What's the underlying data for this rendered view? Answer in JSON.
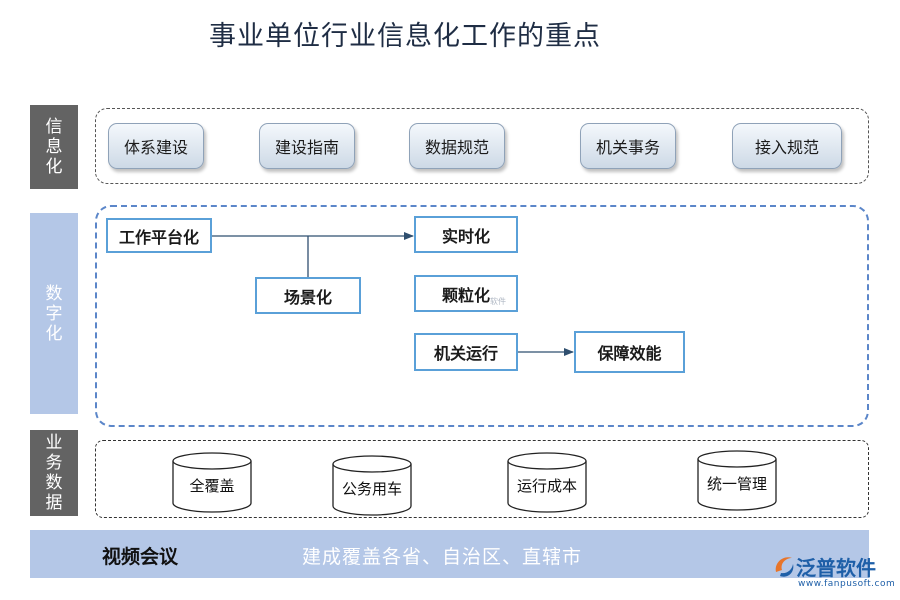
{
  "title": "事业单位行业信息化工作的重点",
  "layers": {
    "informatization": {
      "label": "信息化",
      "items": [
        "体系建设",
        "建设指南",
        "数据规范",
        "机关事务",
        "接入规范"
      ]
    },
    "digitization": {
      "label": "数字化",
      "nodes": {
        "work_platform": "工作平台化",
        "realtime": "实时化",
        "scenario": "场景化",
        "granular": "颗粒化",
        "agency_ops": "机关运行",
        "efficiency": "保障效能"
      }
    },
    "business_data": {
      "label": "业务数据",
      "items": [
        "全覆盖",
        "公务用车",
        "运行成本",
        "统一管理"
      ]
    }
  },
  "footer": {
    "title": "视频会议",
    "text": "建成覆盖各省、自治区、直辖市"
  },
  "logo": {
    "name": "泛普软件",
    "url": "www.fanpusoft.com"
  },
  "watermark": "软件",
  "colors": {
    "side_dark": "#636363",
    "side_blue": "#b4c7e7",
    "box_border": "#5aa0d8",
    "arrow": "#2f4f6f"
  }
}
